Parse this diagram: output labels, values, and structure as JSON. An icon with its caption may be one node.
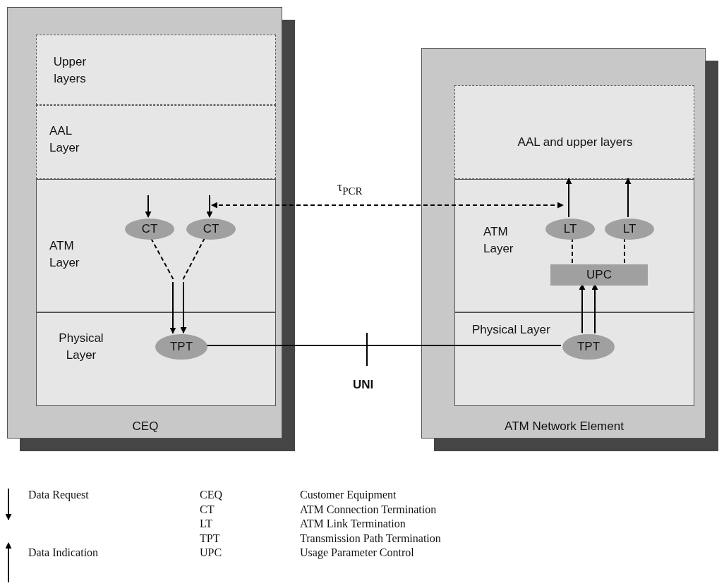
{
  "diagram": {
    "nodes": [
      {
        "text": [
          "CEQ"
        ]
      },
      {
        "text": [
          "Upper layers"
        ],
        "in": 0
      },
      {
        "text": [
          "AAL Layer"
        ],
        "in": 0
      },
      {
        "text": [
          "ATM Layer"
        ],
        "in": 0
      },
      {
        "text": [
          "CT"
        ],
        "in": 3
      },
      {
        "text": [
          "CT"
        ],
        "in": 3
      },
      {
        "text": [
          "Physical Layer"
        ],
        "in": 0
      },
      {
        "text": [
          "TPT"
        ],
        "in": 6
      },
      {
        "text": [
          "ATM Network Element"
        ]
      },
      {
        "text": [
          "AAL and upper layers"
        ],
        "in": 8
      },
      {
        "text": [
          "ATM Layer"
        ],
        "in": 8
      },
      {
        "text": [
          "LT"
        ],
        "in": 10
      },
      {
        "text": [
          "LT"
        ],
        "in": 10
      },
      {
        "text": [
          "UPC"
        ],
        "in": 10
      },
      {
        "text": [
          "Physical Layer"
        ],
        "in": 8
      },
      {
        "text": [
          "TPT"
        ],
        "in": 14
      }
    ],
    "edges": [
      {
        "from": null,
        "to": 4,
        "arrow": "to"
      },
      {
        "from": null,
        "to": 5,
        "arrow": "to"
      },
      {
        "from": 4,
        "to": 7,
        "arrow": "to",
        "style": "dashed"
      },
      {
        "from": 5,
        "to": 7,
        "arrow": "to",
        "style": "dashed"
      },
      {
        "from": 5,
        "to": 11,
        "arrow": "both",
        "style": "dashed",
        "label": "τ$_{PCR}$"
      },
      {
        "from": 7,
        "to": 15,
        "arrow": "none"
      },
      {
        "from": 15,
        "to": 13,
        "arrow": "to"
      },
      {
        "from": 15,
        "to": 13,
        "arrow": "to"
      },
      {
        "from": 13,
        "to": 11,
        "arrow": "none",
        "style": "dashed"
      },
      {
        "from": 13,
        "to": 12,
        "arrow": "none",
        "style": "dashed"
      },
      {
        "from": 11,
        "to": 9,
        "arrow": "to"
      },
      {
        "from": 12,
        "to": 9,
        "arrow": "to"
      }
    ],
    "labels": [
      "UNI",
      "CEQ",
      "Customer Equipment",
      "CT",
      "ATM Connection Termination",
      "LT",
      "ATM Link Termination",
      "TPT",
      "Transmission Path Termination",
      "UPC",
      "Usage Parameter Control"
    ],
    "legend": [
      {
        "text": "Data Request"
      },
      {
        "text": "Data Indication"
      }
    ]
  }
}
